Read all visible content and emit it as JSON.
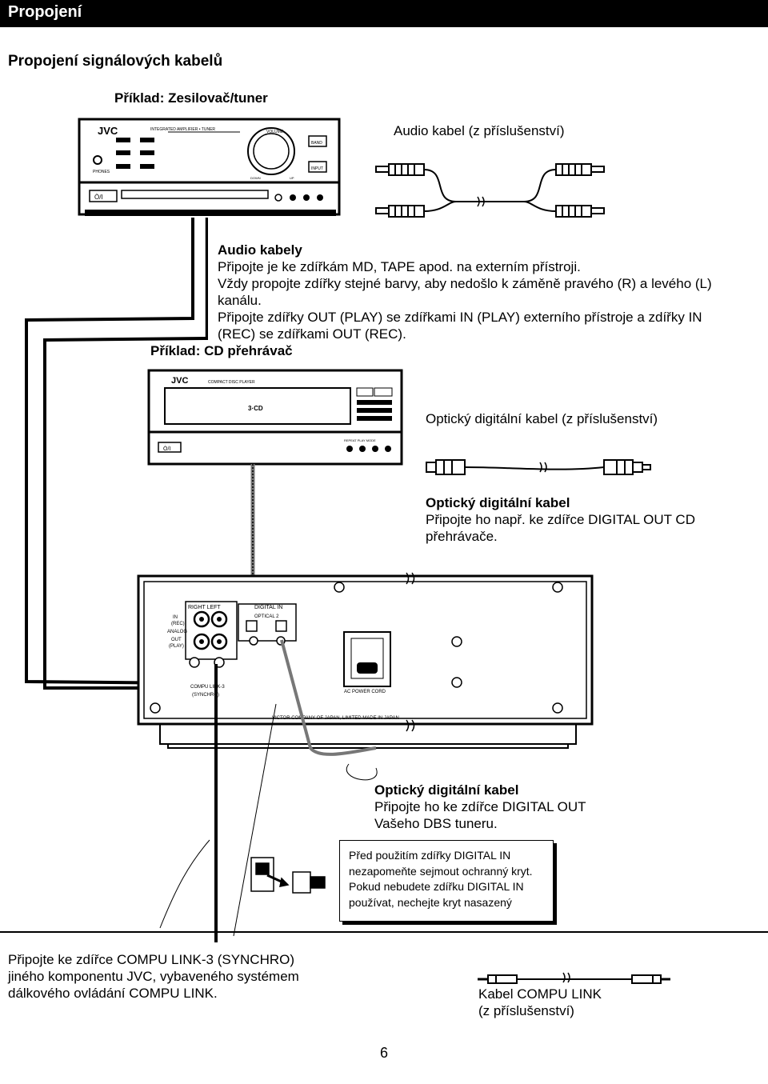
{
  "header": {
    "title": "Propojení"
  },
  "section": {
    "title": "Propojení signálových kabelů"
  },
  "example_amp": "Příklad: Zesilovač/tuner",
  "audio_cable_label": "Audio kabel (z příslušenství)",
  "audio_cables": {
    "heading": "Audio kabely",
    "lines": [
      "Připojte je ke zdířkám MD, TAPE apod. na externím přístroji.",
      "Vždy propojte zdířky stejné barvy, aby nedošlo k záměně pravého (R) a levého (L)",
      "kanálu.",
      "Připojte zdířky OUT (PLAY) se zdířkami IN (PLAY) externího přístroje a zdířky IN",
      "(REC) se zdířkami OUT (REC)."
    ]
  },
  "example_cd": "Příklad: CD přehrávač",
  "optical_cable_label": "Optický digitální kabel (z příslušenství)",
  "optical_cd": {
    "heading": "Optický digitální kabel",
    "line1": "Připojte ho např. ke zdířce DIGITAL OUT CD",
    "line2": "přehrávače."
  },
  "optical_dbs": {
    "heading": "Optický digitální kabel",
    "line1": "Připojte ho ke zdířce DIGITAL OUT",
    "line2": "Vašeho DBS tuneru."
  },
  "note": {
    "lines": [
      "Před použitím zdířky DIGITAL IN",
      "nezapomeňte sejmout ochranný kryt.",
      "Pokud nebudete zdířku DIGITAL IN",
      "používat, nechejte kryt nasazený"
    ]
  },
  "compu_link_text": {
    "lines": [
      "Připojte ke zdířce COMPU LINK-3 (SYNCHRO)",
      "jiného komponentu JVC, vybaveného systémem",
      "dálkového ovládání COMPU LINK."
    ]
  },
  "compu_link_cable": {
    "line1": "Kabel COMPU LINK",
    "line2": "(z příslušenství)"
  },
  "device_labels": {
    "brand": "JVC",
    "amp_model": "INTEGRATED AMPLIFIER • TUNER",
    "volume": "VOLUME",
    "band": "BAND",
    "input": "INPUT",
    "phones": "PHONES",
    "down": "DOWN",
    "up": "UP",
    "power": "Ò/I",
    "cd_model": "COMPACT DISC PLAYER",
    "cd3": "3·CD",
    "repeat_playmode": "REPEAT  PLAY MODE  ",
    "rear_right_left": "RIGHT   LEFT",
    "rear_in_rec": "IN\n(REC)",
    "rear_analog": "ANALOG",
    "rear_out_play": "OUT\n(PLAY)",
    "rear_digital_in": "DIGITAL IN",
    "rear_optical": "OPTICAL  2",
    "rear_compu_link": "COMPU LINK-3",
    "rear_synchro": "(SYNCHRO)",
    "rear_ac_power": "AC POWER CORD",
    "rear_victor": "VICTOR COMPANY OF JAPAN, LIMITED MADE IN JAPAN"
  },
  "page": {
    "number": "6"
  }
}
